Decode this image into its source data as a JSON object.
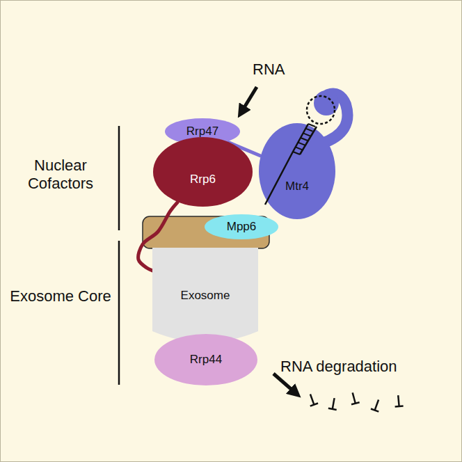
{
  "diagram": {
    "nodes": [
      {
        "text": [
          "Rrp47"
        ]
      },
      {
        "text": [
          "Rrp6"
        ]
      },
      {
        "text": [
          "Mtr4"
        ]
      },
      {
        "text": [
          "Mpp6"
        ]
      },
      {
        "text": [
          "Exosome"
        ]
      },
      {
        "text": [
          "Rrp44"
        ]
      }
    ],
    "edges": [
      {
        "from": 0,
        "to": 2,
        "arrow": "none"
      },
      {
        "from": 1,
        "to": 4,
        "arrow": "none"
      }
    ],
    "labels": [
      "RNA",
      "Nuclear Cofactors",
      "Exosome Core",
      "RNA degradation"
    ]
  }
}
